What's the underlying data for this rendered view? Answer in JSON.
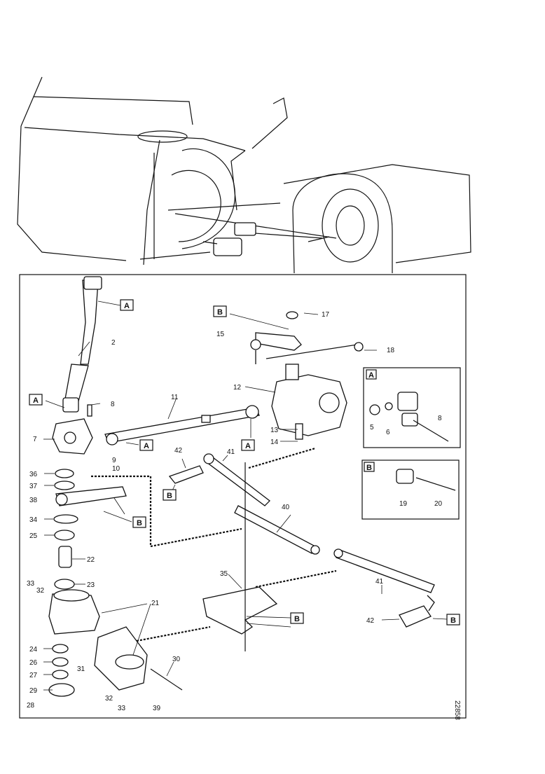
{
  "figure_code": "22858",
  "detail_labels": [
    "A",
    "B"
  ],
  "callouts": {
    "c2": "2",
    "c5": "5",
    "c6": "6",
    "c7": "7",
    "c8": "8",
    "c9": "9",
    "c10": "10",
    "c11": "11",
    "c12": "12",
    "c13": "13",
    "c14": "14",
    "c15": "15",
    "c17": "17",
    "c18": "18",
    "c19": "19",
    "c20": "20",
    "c21": "21",
    "c22": "22",
    "c23": "23",
    "c24": "24",
    "c25": "25",
    "c26": "26",
    "c27": "27",
    "c28": "28",
    "c29": "29",
    "c30": "30",
    "c31": "31",
    "c32": "32",
    "c33": "33",
    "c34": "34",
    "c35": "35",
    "c36": "36",
    "c37": "37",
    "c38": "38",
    "c39": "39",
    "c40": "40",
    "c41": "41",
    "c42": "42"
  }
}
